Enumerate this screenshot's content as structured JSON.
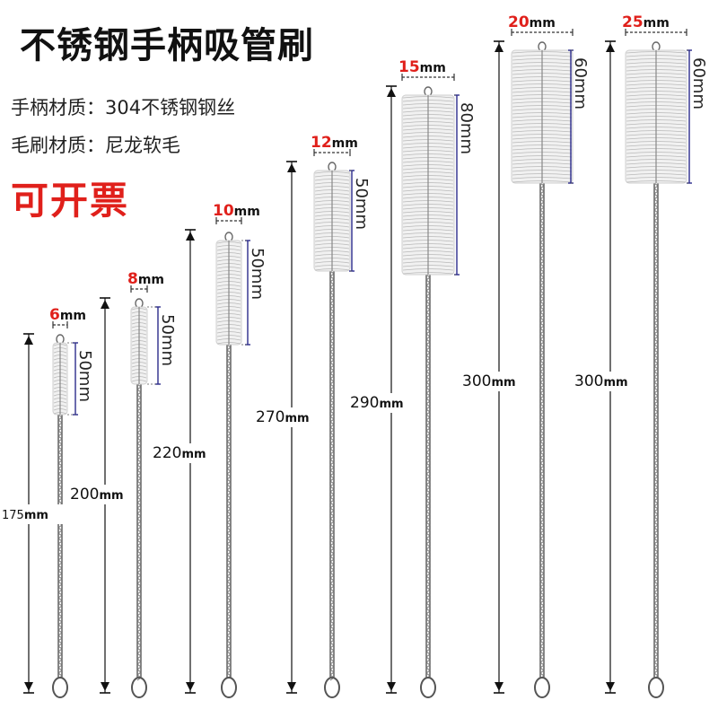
{
  "title": "不锈钢手柄吸管刷",
  "specs": [
    {
      "label": "手柄材质：",
      "value": "304不锈钢钢丝"
    },
    {
      "label": "毛刷材质：",
      "value": "尼龙软毛"
    }
  ],
  "invoice": "可开票",
  "unit": "mm",
  "colors": {
    "accent_red": "#e0201b",
    "dim_line": "#2b2b8c",
    "text": "#111111"
  },
  "brushes": [
    {
      "diameter": "6",
      "brush_length": "50",
      "total_length": "175"
    },
    {
      "diameter": "8",
      "brush_length": "50",
      "total_length": "200"
    },
    {
      "diameter": "10",
      "brush_length": "50",
      "total_length": "220"
    },
    {
      "diameter": "12",
      "brush_length": "50",
      "total_length": "270"
    },
    {
      "diameter": "15",
      "brush_length": "80",
      "total_length": "290"
    },
    {
      "diameter": "20",
      "brush_length": "60",
      "total_length": "300"
    },
    {
      "diameter": "25",
      "brush_length": "60",
      "total_length": "300"
    }
  ]
}
